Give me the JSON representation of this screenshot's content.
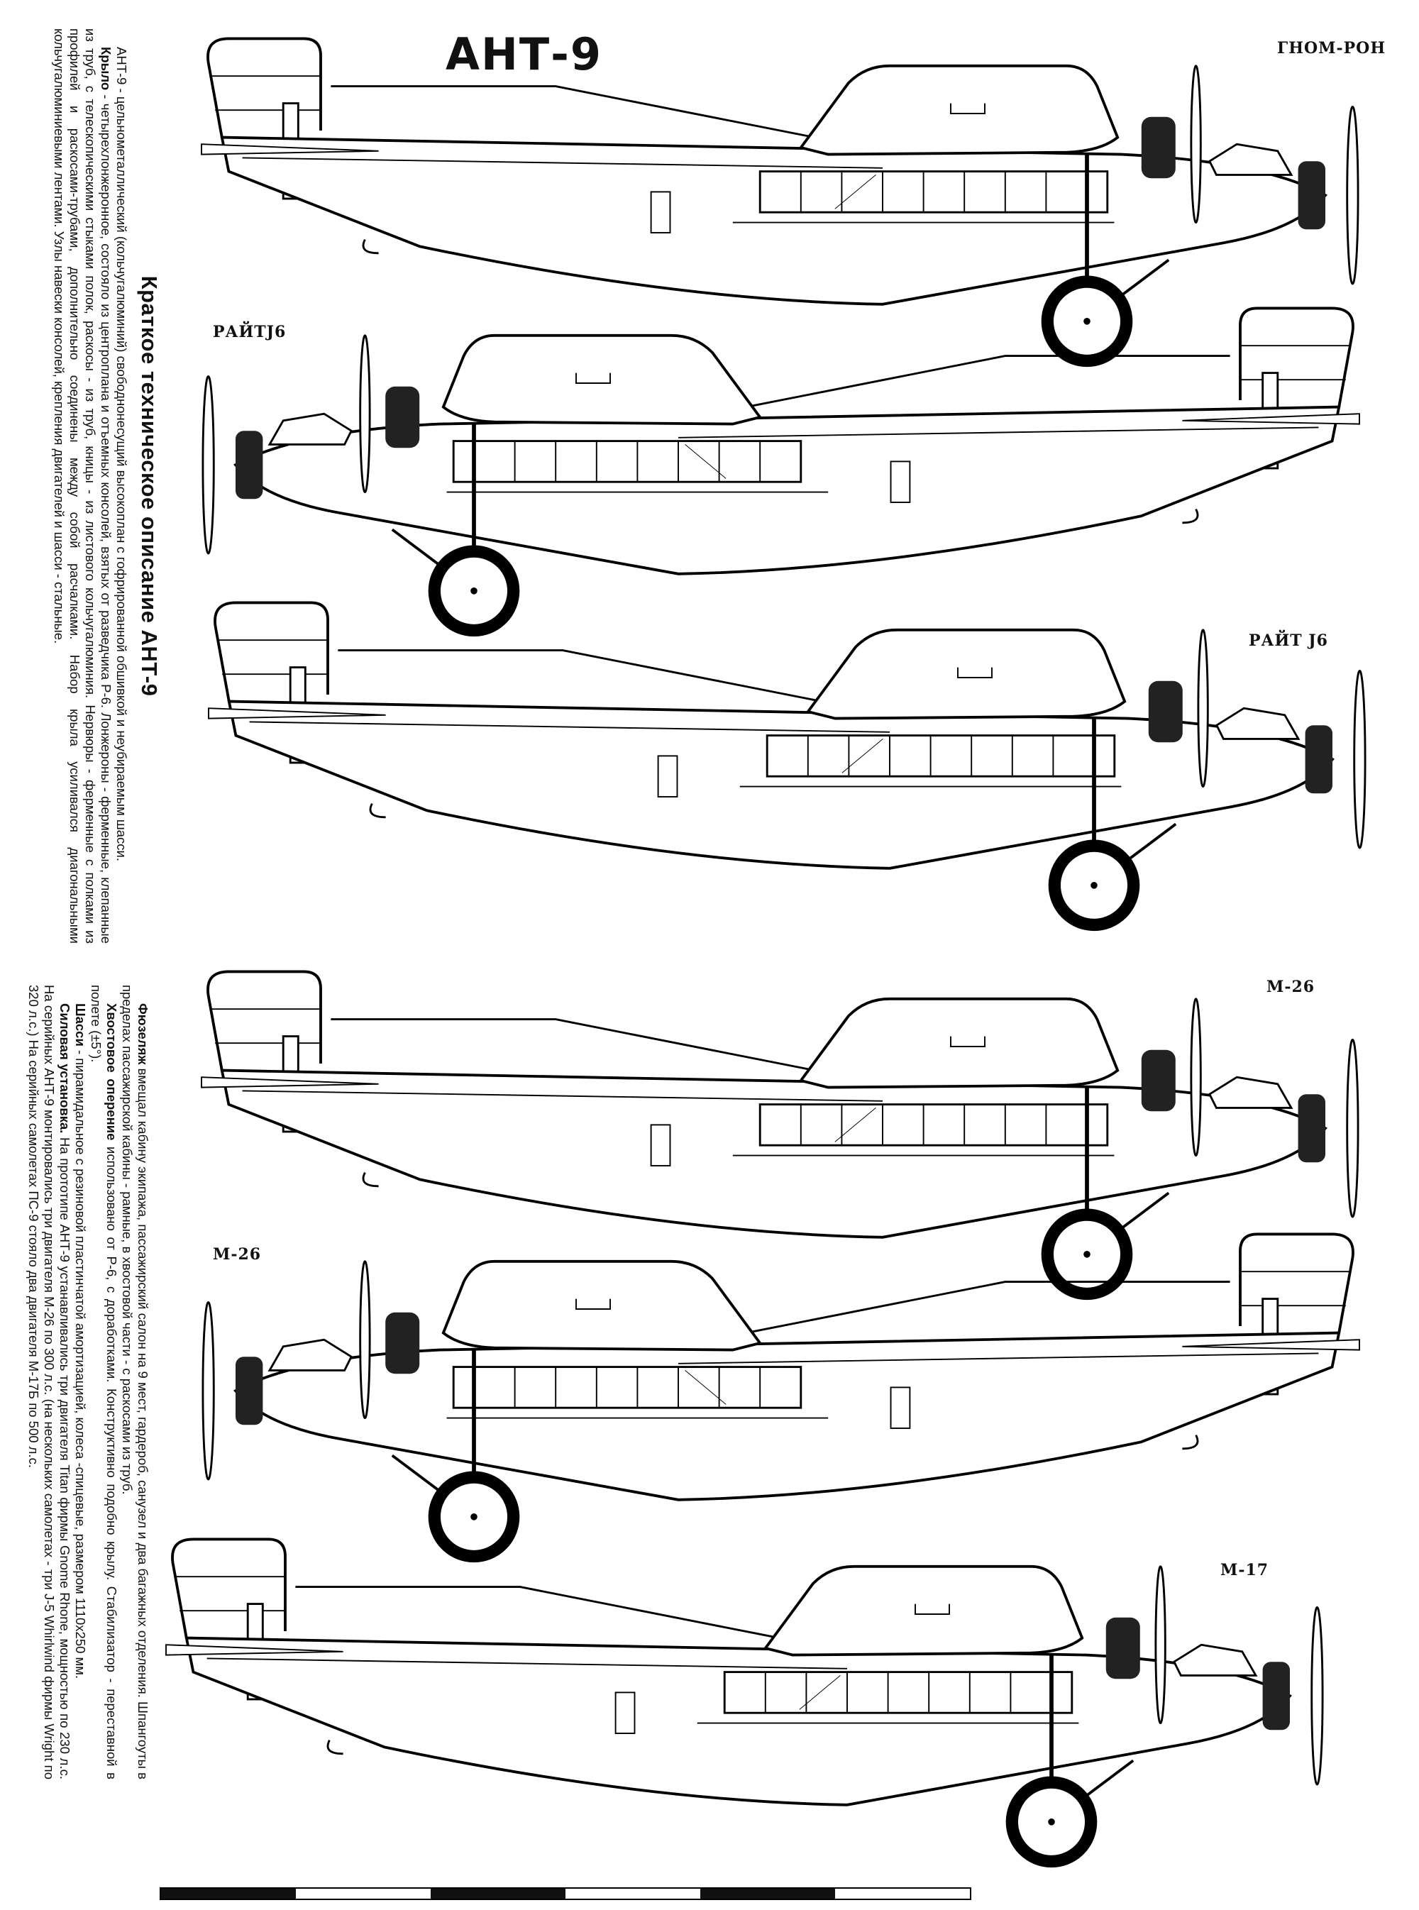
{
  "title": "АНТ-9",
  "engine_labels": [
    "ГНОМ-РОН",
    "РАЙТJ6",
    "РАЙТ J6",
    "M-26",
    "M-26",
    "M-17"
  ],
  "description": {
    "heading": "Краткое техническое описание АНТ-9",
    "intro": "АНТ-9 - цельнометаллический (кольчугалюминий) свободнонесущий высокоплан с гофрированной обшивкой и неубираемым шасси.",
    "sections": [
      {
        "lead": "Крыло",
        "text": " - четырехлонжеронное, состояло из центроплана и отъемных консолей, взятых от разведчика Р-6. Лонжероны - ферменные, клепанные из труб, с телескопическими стыками полок, раскосы - из труб, кницы - из листового кольчугалюминия. Нервюры - ферменные с полками из профилей и раскосами-трубами, дополнительно соединены между собой расчалками. Набор крыла усиливался диагональными кольчугалюминиевыми лентами. Узлы навески консолей, крепления двигателей и шасси - стальные."
      },
      {
        "lead": "Фюзеляж",
        "text": " вмещал кабину экипажа, пассажирский салон на 9 мест, гардероб, санузел и два багажных отделения. Шпангоуты в пределах пассажирской кабины - рамные, в хвостовой части - с раскосами из труб."
      },
      {
        "lead": "Хвостовое оперение",
        "text": " использовано от Р-6, с доработками. Конструктивно подобно крылу. Стабилизатор - переставной в полете (±5°)."
      },
      {
        "lead": "Шасси",
        "text": " - пирамидальное с резиновой пластинчатой амортизацией, колеса -спицевые, размером 1110x250 мм."
      },
      {
        "lead": "Силовая установка.",
        "text": " На прототипе АНТ-9 устанавливались три двигателя Titan фирмы Gnome Rhone, мощностью по 230 л.с. На серийных АНТ-9 монтировались три двигателя М-26 по 300 л.с. (на нескольких самолетах - три J-5 Whirlwind фирмы Wright по 320 л.с.) На серийных самолетах ПС-9 стояло два двигателя М-17Б по 500 л.с."
      }
    ]
  }
}
